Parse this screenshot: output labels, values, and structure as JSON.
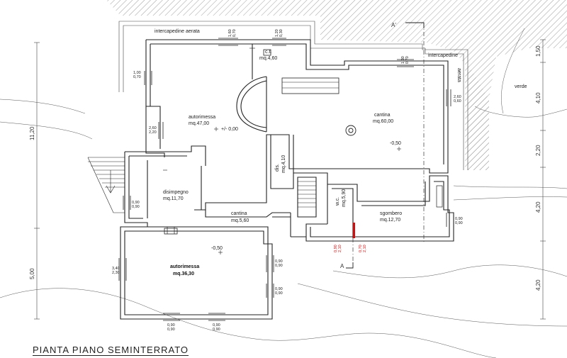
{
  "title": "PIANTA PIANO SEMINTERRATO",
  "section_marker_top": "A'",
  "section_marker_bottom": "A",
  "labels": {
    "intercapedine_aerata": "intercapedine aerata",
    "intercapedine": "intercapedine",
    "aerata_vertical": "aerata",
    "verde": "verde"
  },
  "rooms": {
    "autorimessa_1_name": "autorimessa",
    "autorimessa_1_area": "mq.47,00",
    "autorimessa_1_level": "+/- 0,00",
    "ct_name": "c.t.",
    "ct_area": "mq.4,60",
    "cantina_1_name": "cantina",
    "cantina_1_area": "mq.60,00",
    "cantina_1_level": "-0,50",
    "dis_name": "dis.",
    "dis_area": "mq.4,10",
    "disimpegno_name": "disimpegno",
    "disimpegno_area": "mq.11,70",
    "cantina_2_name": "cantina",
    "cantina_2_area": "mq.5,60",
    "wc_name": "w.c.",
    "wc_area": "mq.5,90",
    "sgombero_name": "sgombero",
    "sgombero_area": "mq.12,70",
    "autorimessa_2_name": "autorimessa",
    "autorimessa_2_area": "mq.36,30",
    "autorimessa_2_level": "-0,50"
  },
  "openings": {
    "top_1": [
      "1,60",
      "0,70"
    ],
    "top_2": [
      "1,20",
      "0,30"
    ],
    "right_top": [
      "1,30",
      "0,70"
    ],
    "left_1": [
      "1,00",
      "0,70"
    ],
    "right_1": [
      "2,60",
      "0,60"
    ],
    "left_2": [
      "2,60",
      "2,20"
    ],
    "left_3": [
      "0,90",
      "0,90"
    ],
    "right_2": [
      "0,90",
      "0,90"
    ],
    "aut_left": [
      "3,40",
      "2,30"
    ],
    "aut_right_1": [
      "0,90",
      "0,90"
    ],
    "aut_right_2": [
      "0,90",
      "0,90"
    ],
    "aut_bottom_1": [
      "0,90",
      "0,90"
    ],
    "aut_bottom_2": [
      "0,90",
      "0,90"
    ],
    "red_1": [
      "0,90",
      "2,10"
    ],
    "red_2": [
      "0,70",
      "2,10"
    ]
  },
  "dimensions": {
    "left_top": "11,20",
    "left_bottom": "5,00",
    "right_1": "1,50",
    "right_2": "4,10",
    "right_3": "2,20",
    "right_4": "4,20",
    "right_5": "4,20"
  },
  "colors": {
    "ink": "#222222",
    "hatch": "#8a8a8a",
    "red_annotation": "#d01010",
    "background": "#ffffff"
  }
}
